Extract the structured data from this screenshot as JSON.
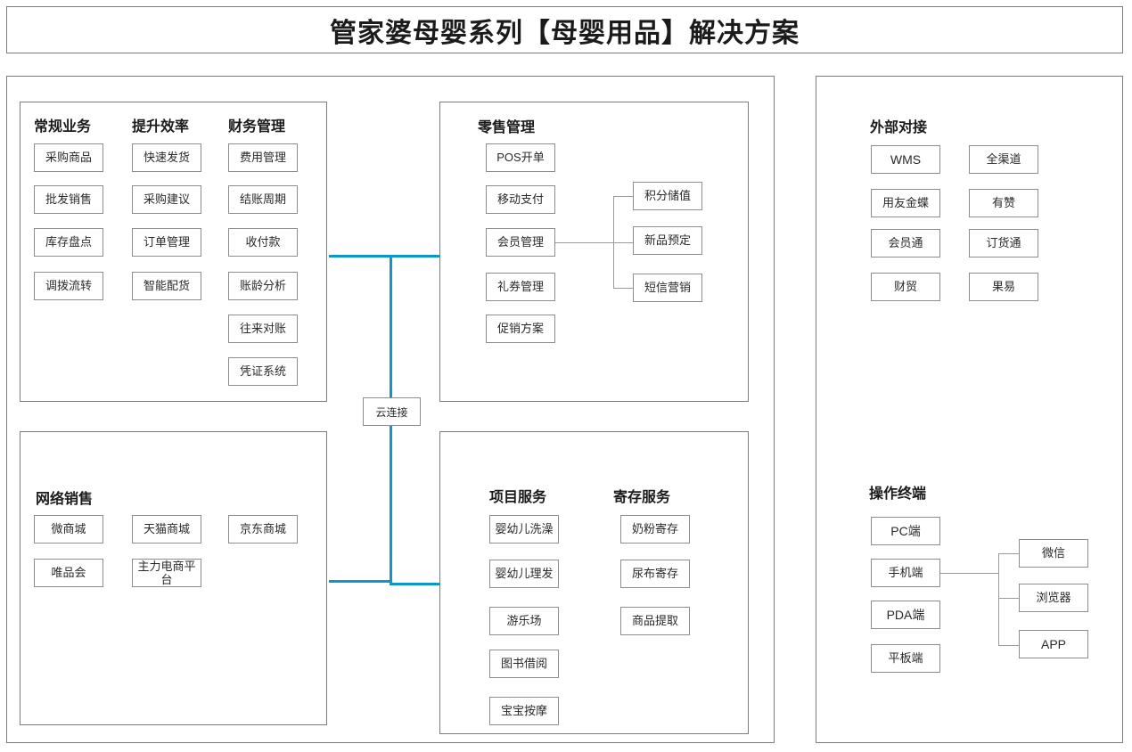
{
  "header": {
    "title": "管家婆母婴系列【母婴用品】解决方案"
  },
  "cloud": {
    "label": "云连接"
  },
  "left_panel": {
    "core": {
      "groups": [
        {
          "heading": "常规业务",
          "items": [
            "采购商品",
            "批发销售",
            "库存盘点",
            "调拨流转"
          ]
        },
        {
          "heading": "提升效率",
          "items": [
            "快速发货",
            "采购建议",
            "订单管理",
            "智能配货"
          ]
        },
        {
          "heading": "财务管理",
          "items": [
            "费用管理",
            "结账周期",
            "收付款",
            "账龄分析",
            "往来对账",
            "凭证系统"
          ]
        }
      ]
    },
    "online": {
      "heading": "网络销售",
      "items": [
        "微商城",
        "天猫商城",
        "京东商城",
        "唯品会",
        "主力电商平台"
      ]
    },
    "retail": {
      "heading": "零售管理",
      "items": [
        "POS开单",
        "移动支付",
        "会员管理",
        "礼券管理",
        "促销方案"
      ],
      "member_children": [
        "积分储值",
        "新品预定",
        "短信营销"
      ]
    },
    "service": {
      "groups": [
        {
          "heading": "项目服务",
          "items": [
            "婴幼儿洗澡",
            "婴幼儿理发",
            "游乐场",
            "图书借阅",
            "宝宝按摩"
          ]
        },
        {
          "heading": "寄存服务",
          "items": [
            "奶粉寄存",
            "尿布寄存",
            "商品提取"
          ]
        }
      ]
    }
  },
  "right_panel": {
    "external": {
      "heading": "外部对接",
      "col_left": [
        "WMS",
        "用友金蝶",
        "会员通",
        "财贸"
      ],
      "col_right": [
        "全渠道",
        "有赞",
        "订货通",
        "果易"
      ]
    },
    "terminal": {
      "heading": "操作终端",
      "items": [
        "PC端",
        "手机端",
        "PDA端",
        "平板端"
      ],
      "mobile_children": [
        "微信",
        "浏览器",
        "APP"
      ]
    }
  },
  "colors": {
    "accent_blue": "#0b97c8",
    "frame_gray": "#7c7c7c",
    "node_border": "#8d8d8d",
    "text": "#1b1b1b"
  }
}
